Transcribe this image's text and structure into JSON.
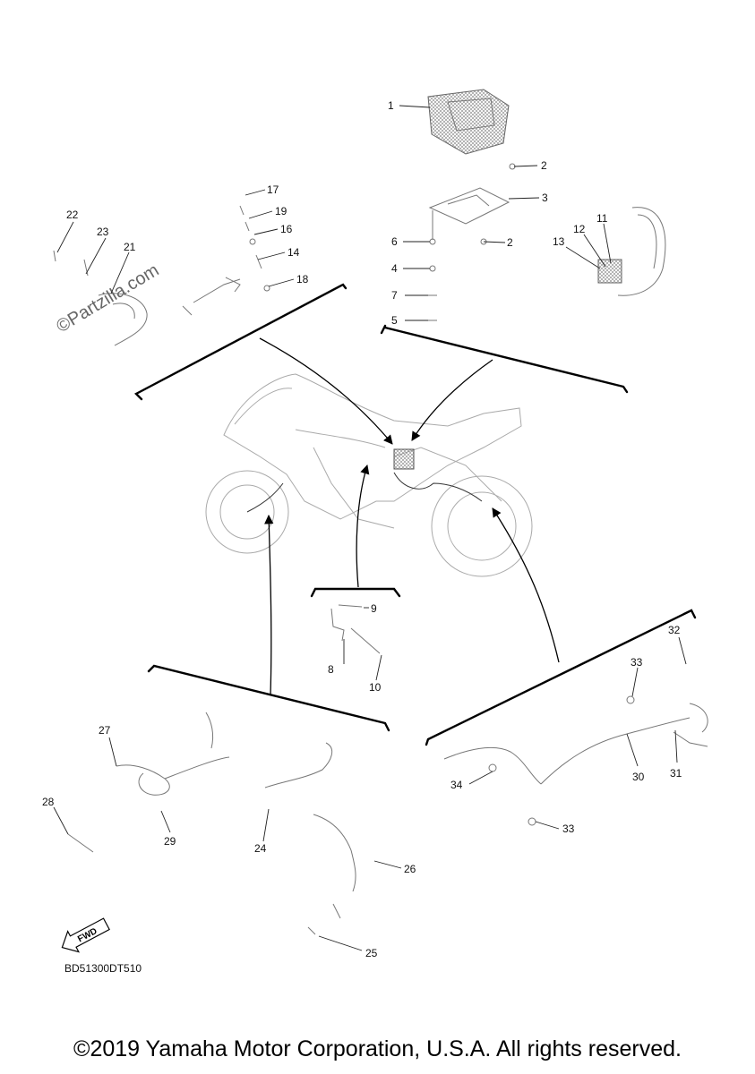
{
  "watermark": "©Partzilla.com",
  "diagram_code": "BD51300DT510",
  "fwd_label": "FWD",
  "copyright": "©2019 Yamaha Motor Corporation, U.S.A. All rights reserved.",
  "callouts": [
    "1",
    "2",
    "2",
    "3",
    "4",
    "5",
    "6",
    "7",
    "8",
    "9",
    "10",
    "11",
    "12",
    "13",
    "14",
    "16",
    "17",
    "18",
    "19",
    "21",
    "22",
    "23",
    "24",
    "25",
    "26",
    "27",
    "28",
    "29",
    "30",
    "31",
    "32",
    "33",
    "33",
    "34"
  ]
}
